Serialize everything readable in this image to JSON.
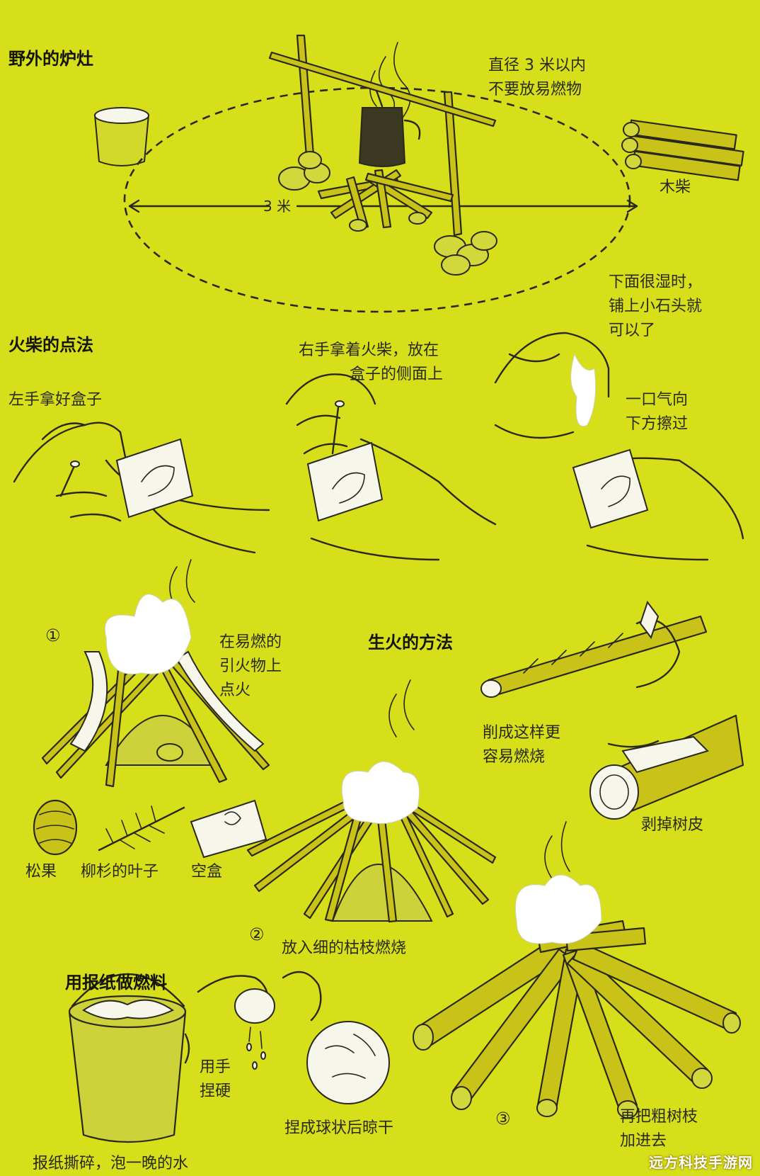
{
  "sections": {
    "stove": {
      "title": "野外的炉灶",
      "radius_note": [
        "直径 3 米以内",
        "不要放易燃物"
      ],
      "distance": "3 米",
      "firewood": "木柴",
      "wet_note": [
        "下面很湿时，",
        "铺上小石头就",
        "可以了"
      ]
    },
    "match": {
      "title": "火柴的点法",
      "step1": "左手拿好盒子",
      "step2": [
        "右手拿着火柴，放在",
        "盒子的侧面上"
      ],
      "step3": [
        "一口气向",
        "下方擦过"
      ]
    },
    "fire": {
      "title": "生火的方法",
      "num1": "①",
      "step1": [
        "在易燃的",
        "引火物上",
        "点火"
      ],
      "tinder": [
        "松果",
        "柳杉的叶子",
        "空盒"
      ],
      "carve": [
        "削成这样更",
        "容易燃烧"
      ],
      "peel": "剥掉树皮",
      "num2": "②",
      "step2": "放入细的枯枝燃烧",
      "num3": "③",
      "step3": [
        "再把粗树枝",
        "加进去"
      ]
    },
    "paper": {
      "title": "用报纸做燃料",
      "squeeze": [
        "用手",
        "捏硬"
      ],
      "ball": "捏成球状后晾干",
      "soak": "报纸撕碎，泡一晚的水"
    }
  },
  "watermark": "远方科技手游网",
  "colors": {
    "background": "#d6df1a",
    "ink": "#2a2818",
    "flame": "#ffffff"
  }
}
